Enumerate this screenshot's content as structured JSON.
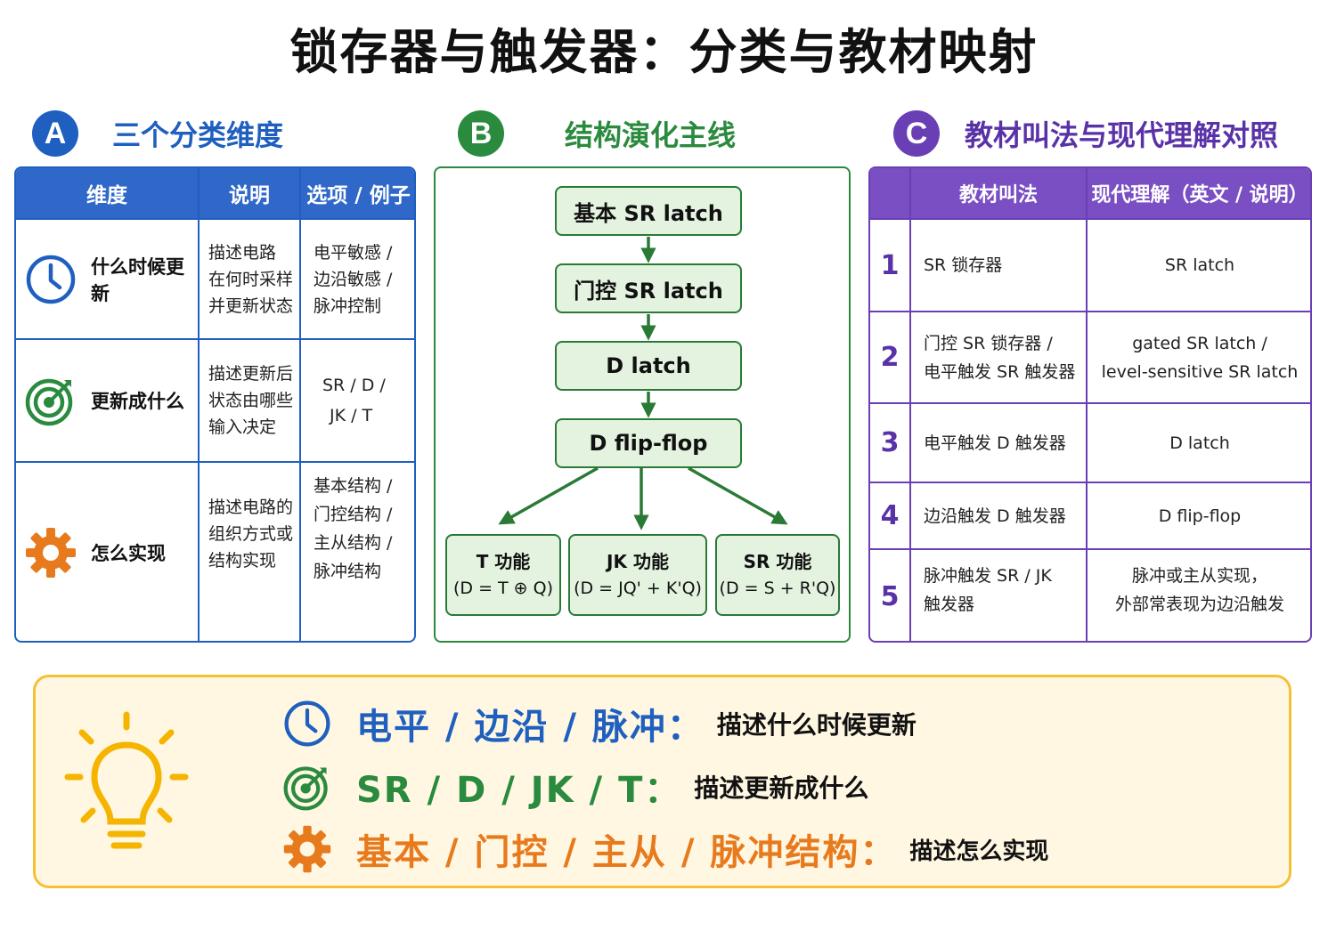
{
  "title": "锁存器与触发器：分类与教材映射",
  "colors": {
    "blue": "#1f5fbf",
    "green": "#2a8a3e",
    "purple": "#6a3fb5",
    "orange": "#e87a1e",
    "yellow": "#f4c036"
  },
  "section_a": {
    "badge": "A",
    "title": "三个分类维度",
    "headers": [
      "维度",
      "说明",
      "选项 / 例子"
    ],
    "rows": [
      {
        "icon": "clock-icon",
        "dimension": "什么时候更新",
        "desc": [
          "描述电路",
          "在何时采样",
          "并更新状态"
        ],
        "options": [
          "电平敏感 /",
          "边沿敏感 /",
          "脉冲控制"
        ]
      },
      {
        "icon": "target-icon",
        "dimension": "更新成什么",
        "desc": [
          "描述更新后",
          "状态由哪些",
          "输入决定"
        ],
        "options": [
          "SR / D /",
          "JK / T"
        ]
      },
      {
        "icon": "gear-icon",
        "dimension": "怎么实现",
        "desc": [
          "描述电路的",
          "组织方式或",
          "结构实现"
        ],
        "options": [
          "基本结构 /",
          "门控结构 /",
          "主从结构 /",
          "脉冲结构"
        ]
      }
    ]
  },
  "section_b": {
    "badge": "B",
    "title": "结构演化主线",
    "chain": [
      "基本 SR latch",
      "门控 SR latch",
      "D latch",
      "D flip-flop"
    ],
    "leaves": [
      {
        "name": "T 功能",
        "eq": "(D = T ⊕ Q)"
      },
      {
        "name": "JK 功能",
        "eq": "(D = JQ' + K'Q)"
      },
      {
        "name": "SR 功能",
        "eq": "(D = S + R'Q)"
      }
    ]
  },
  "section_c": {
    "badge": "C",
    "title": "教材叫法与现代理解对照",
    "headers": [
      "教材叫法",
      "现代理解（英文 / 说明）"
    ],
    "rows": [
      {
        "num": "1",
        "textbook": [
          "SR 锁存器"
        ],
        "modern": [
          "SR latch"
        ]
      },
      {
        "num": "2",
        "textbook": [
          "门控 SR 锁存器 /",
          "电平触发 SR 触发器"
        ],
        "modern": [
          "gated SR latch /",
          "level-sensitive SR latch"
        ]
      },
      {
        "num": "3",
        "textbook": [
          "电平触发 D 触发器"
        ],
        "modern": [
          "D latch"
        ]
      },
      {
        "num": "4",
        "textbook": [
          "边沿触发 D 触发器"
        ],
        "modern": [
          "D flip-flop"
        ]
      },
      {
        "num": "5",
        "textbook": [
          "脉冲触发 SR / JK",
          "触发器"
        ],
        "modern": [
          "脉冲或主从实现，",
          "外部常表现为边沿触发"
        ]
      }
    ]
  },
  "summary": {
    "icon": "lightbulb-icon",
    "rows": [
      {
        "icon": "clock-icon",
        "key": "电平 / 边沿 / 脉冲：",
        "desc": "描述什么时候更新",
        "color": "#1f5fbf"
      },
      {
        "icon": "target-icon",
        "key": "SR / D / JK / T：",
        "desc": "描述更新成什么",
        "color": "#2a8a3e"
      },
      {
        "icon": "gear-icon",
        "key": "基本 / 门控 / 主从 / 脉冲结构：",
        "desc": "描述怎么实现",
        "color": "#e87a1e"
      }
    ]
  }
}
